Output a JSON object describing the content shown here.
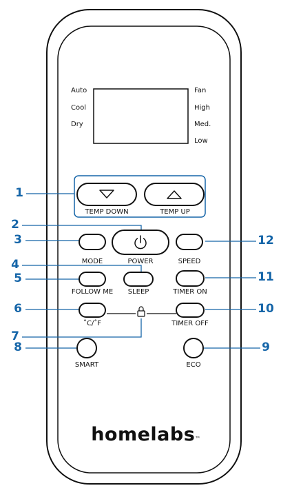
{
  "mode_labels": {
    "left": [
      "Auto",
      "Cool",
      "Dry"
    ],
    "right": [
      "Fan",
      "High",
      "Med.",
      "Low"
    ]
  },
  "buttons": {
    "temp_down": "TEMP DOWN",
    "temp_up": "TEMP UP",
    "mode": "MODE",
    "power": "POWER",
    "speed": "SPEED",
    "follow_me": "FOLLOW ME",
    "sleep": "SLEEP",
    "timer_on": "TIMER ON",
    "c_f": "˚C/˚F",
    "timer_off": "TIMER OFF",
    "smart": "SMART",
    "eco": "ECO"
  },
  "callouts": [
    "1",
    "2",
    "3",
    "4",
    "5",
    "6",
    "7",
    "8",
    "9",
    "10",
    "11",
    "12"
  ],
  "brand": {
    "name": "homelabs",
    "tm": "™"
  },
  "colors": {
    "callout": "#1565a8",
    "outline": "#111111",
    "background": "#ffffff"
  }
}
